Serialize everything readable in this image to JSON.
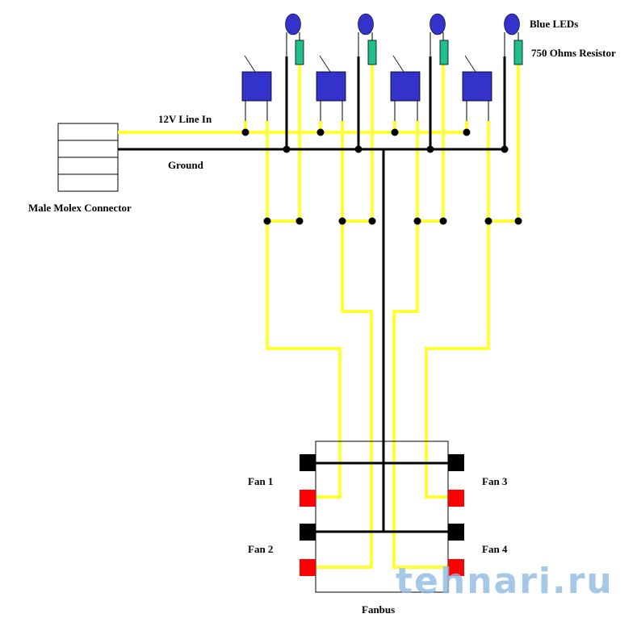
{
  "diagram": {
    "title": "Fanbus wiring diagram with blue LEDs",
    "labels": {
      "blue_leds": "Blue LEDs",
      "resistor": "750 Ohms Resistor",
      "line_12v": "12V Line In",
      "ground": "Ground",
      "molex": "Male Molex Connector",
      "fan1": "Fan 1",
      "fan2": "Fan 2",
      "fan3": "Fan 3",
      "fan4": "Fan 4",
      "fanbus": "Fanbus"
    },
    "watermark": "tehnari.ru",
    "components": {
      "led_count": 4,
      "resistor_count": 4,
      "switch_count": 4,
      "fan_count": 4,
      "molex_pins": 4,
      "resistor_value": "750 Ohms"
    },
    "colors": {
      "wire_12v": "#ffff33",
      "wire_ground": "#000000",
      "led": "#3333cc",
      "resistor": "#1fbf8f",
      "switch": "#3333cc",
      "fan_ground_pin": "#000000",
      "fan_power_pin": "#ff0000",
      "watermark": "#8fbbe0"
    }
  }
}
